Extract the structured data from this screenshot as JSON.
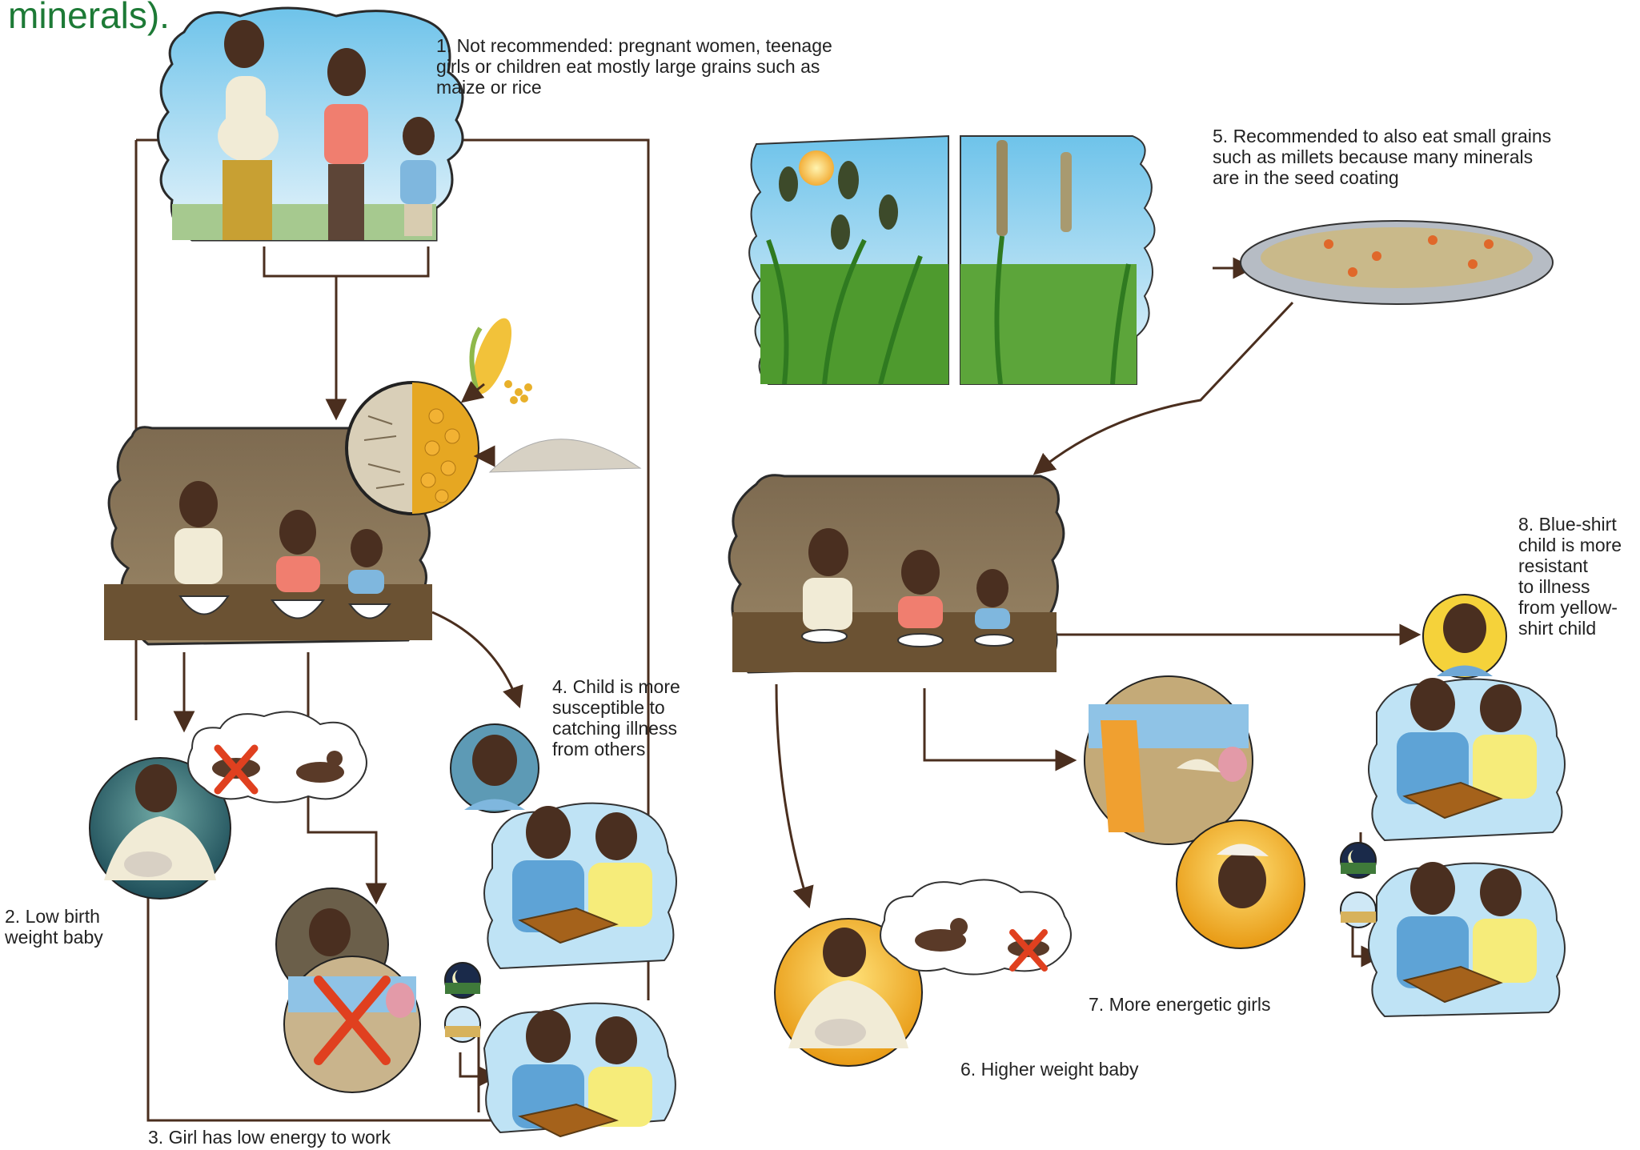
{
  "header": {
    "title_fragment": "minerals)."
  },
  "labels": {
    "l1": "1. Not recommended: pregnant women, teenage\ngirls or children eat mostly large grains such as\nmaize or rice",
    "l2": "2. Low birth\nweight baby",
    "l3": "3. Girl has low energy to work",
    "l4": "4. Child is more\nsusceptible to\ncatching illness\nfrom others",
    "l5": "5. Recommended to also eat small grains\nsuch as millets because many minerals\nare in the seed coating",
    "l6": "6. Higher weight baby",
    "l7": "7. More energetic girls",
    "l8": "8. Blue-shirt\nchild is more\nresistant\nto illness\nfrom yellow-\nshirt child"
  },
  "colors": {
    "title": "#1d7a36",
    "arrow": "#4a2e1e",
    "sky": "#9fd4ee",
    "grass": "#4e9a2e",
    "wall": "#8a7558",
    "table": "#6b5233",
    "skin": "#4a2f20",
    "cross": "#e0401f"
  },
  "icons": [
    "crossed-baby-icon",
    "moon-night-icon",
    "sun-day-icon",
    "corn-cob-icon",
    "flour-pile-icon",
    "grain-bowl-icon"
  ]
}
